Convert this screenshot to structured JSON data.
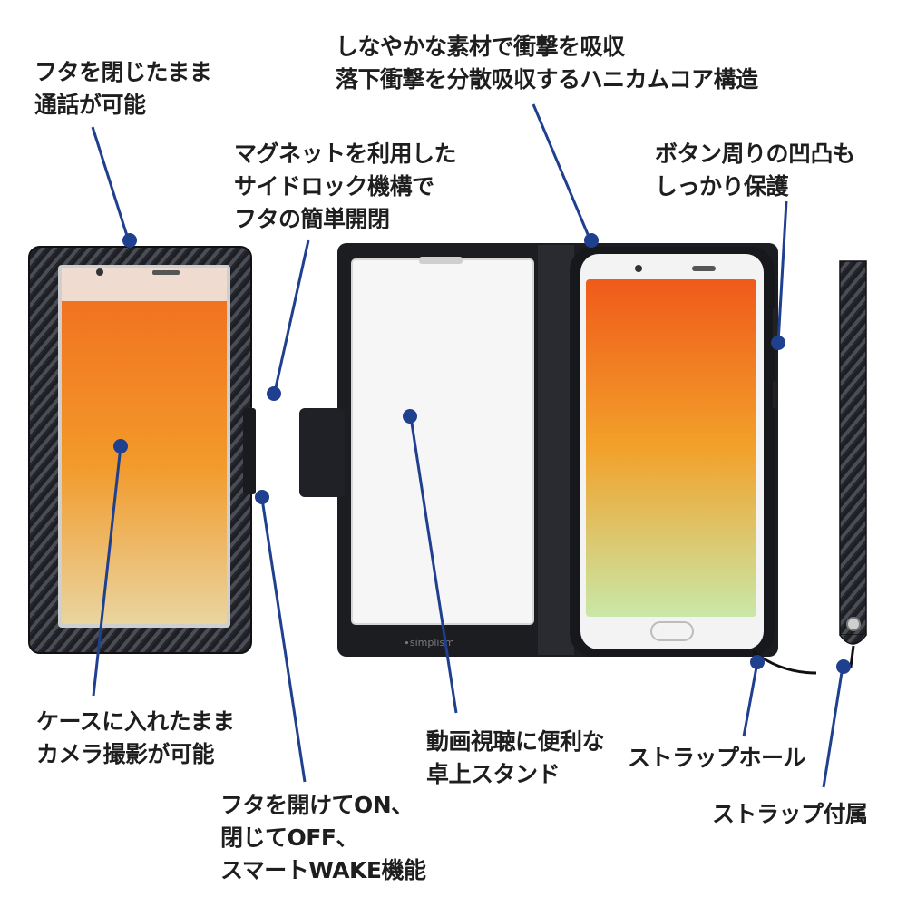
{
  "features": {
    "call_with_lid": [
      "フタを閉じたまま",
      "通話が可能"
    ],
    "absorb": [
      "しなやかな素材で衝撃を吸収",
      "落下衝撃を分散吸収するハニカムコア構造"
    ],
    "magnet_lock": [
      "マグネットを利用した",
      "サイドロック機構で",
      "フタの簡単開閉"
    ],
    "button_protect": [
      "ボタン周りの凹凸も",
      "しっかり保護"
    ],
    "camera": [
      "ケースに入れたまま",
      "カメラ撮影が可能"
    ],
    "stand": [
      "動画視聴に便利な",
      "卓上スタンド"
    ],
    "strap_hole": "ストラップホール",
    "strap_included": "ストラップ付属",
    "smart_wake": [
      "フタを開けてON、",
      "閉じてOFF、",
      "スマートWAKE機能"
    ]
  },
  "product": {
    "case_brand": "simplism",
    "colors": {
      "case": "#2b2d33",
      "dot": "#1f3f8f",
      "line": "#1f3f8f",
      "phone_body": "#f3f3f3",
      "screen": "#ee7a1f"
    }
  }
}
